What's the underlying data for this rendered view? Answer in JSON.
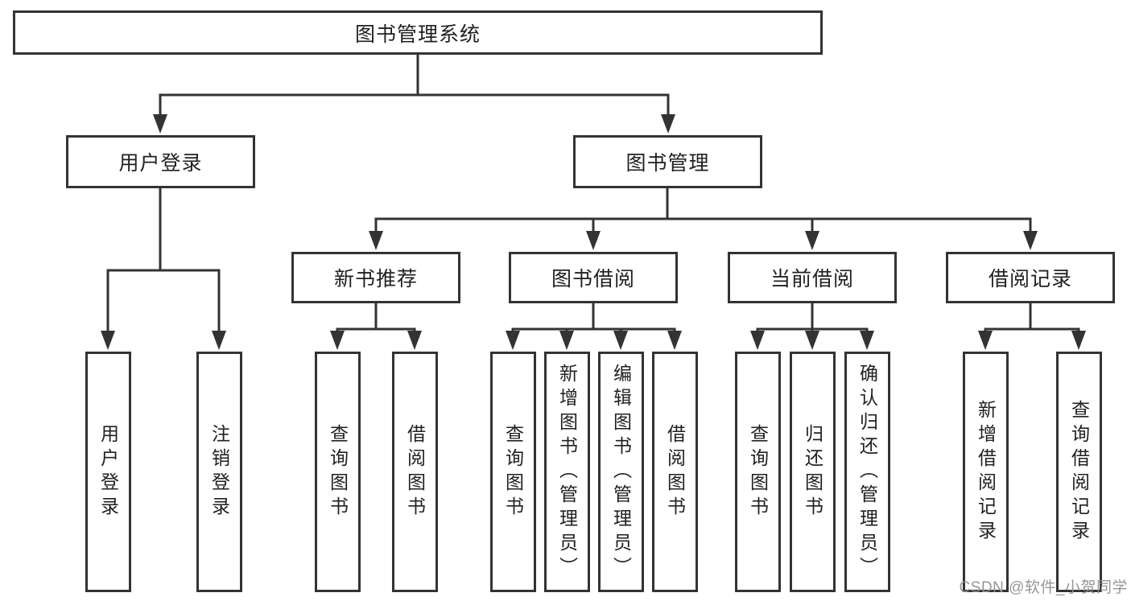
{
  "colors": {
    "line": "#333333",
    "text": "#212121",
    "watermark": "#919191",
    "background": "#ffffff"
  },
  "tree": {
    "root": {
      "label": "图书管理系统"
    },
    "login": {
      "label": "用户登录",
      "children": [
        {
          "label": "用户登录"
        },
        {
          "label": "注销登录"
        }
      ]
    },
    "management": {
      "label": "图书管理",
      "sections": [
        {
          "label": "新书推荐",
          "children": [
            {
              "label": "查询图书"
            },
            {
              "label": "借阅图书"
            }
          ]
        },
        {
          "label": "图书借阅",
          "children": [
            {
              "label": "查询图书"
            },
            {
              "label": "新增图书（管理员）"
            },
            {
              "label": "编辑图书（管理员）"
            },
            {
              "label": "借阅图书"
            }
          ]
        },
        {
          "label": "当前借阅",
          "children": [
            {
              "label": "查询图书"
            },
            {
              "label": "归还图书"
            },
            {
              "label": "确认归还（管理员）"
            }
          ]
        },
        {
          "label": "借阅记录",
          "children": [
            {
              "label": "新增借阅记录"
            },
            {
              "label": "查询借阅记录"
            }
          ]
        }
      ]
    }
  },
  "watermark": {
    "text": "CSDN @软件_小贺同学"
  }
}
